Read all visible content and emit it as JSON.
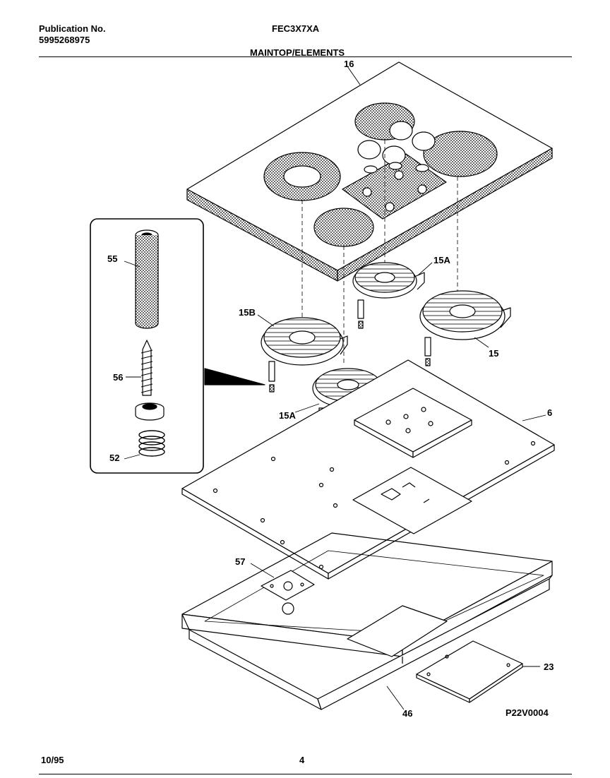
{
  "header": {
    "publication_label": "Publication No.",
    "publication_number": "5995268975",
    "model": "FEC3X7XA",
    "section": "MAINTOP/ELEMENTS"
  },
  "footer": {
    "date": "10/95",
    "page": "4",
    "drawing_code": "P22V0004"
  },
  "callouts": {
    "c16": "16",
    "c15A_top": "15A",
    "c15B": "15B",
    "c15": "15",
    "c15A_bottom": "15A",
    "c6": "6",
    "c55": "55",
    "c56": "56",
    "c52": "52",
    "c57": "57",
    "c23": "23",
    "c46": "46"
  }
}
